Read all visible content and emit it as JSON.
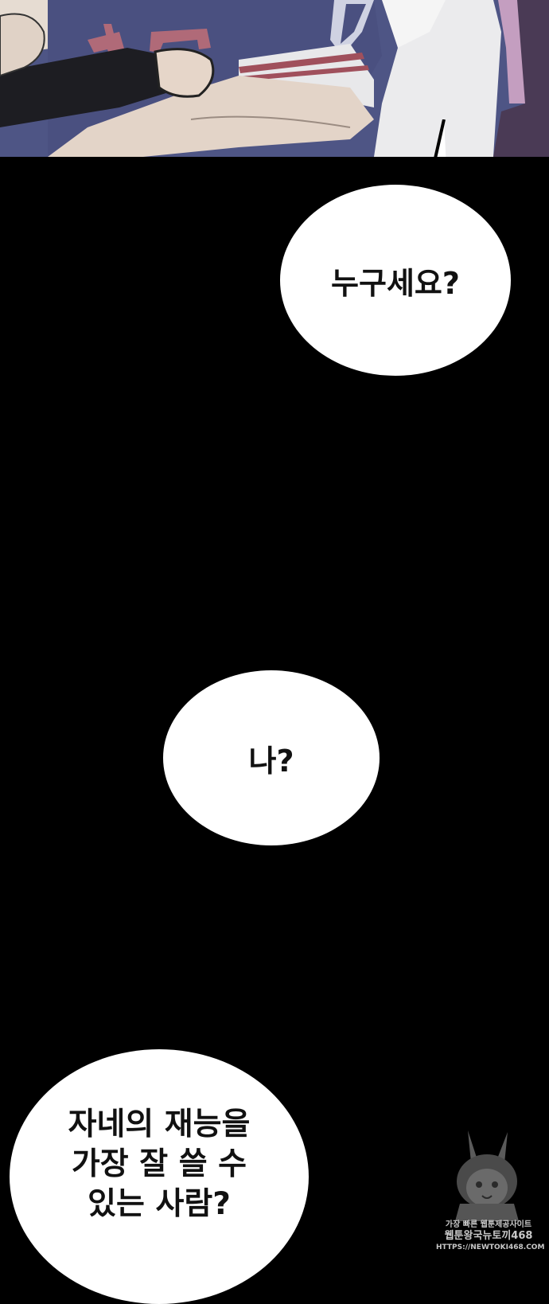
{
  "speech_bubbles": [
    {
      "text": "누구세요?"
    },
    {
      "text": "나?"
    },
    {
      "text": "자네의 재능을\n가장 잘 쓸 수\n있는 사람?"
    }
  ],
  "watermark": {
    "line1": "가장 빠른 웹툰제공사이트",
    "line2": "웹툰왕국뉴토끼468",
    "line3": "HTTPS://NEWTOKI468.COM"
  },
  "colors": {
    "background": "#000000",
    "bubble": "#ffffff",
    "shirt": "#4a5080",
    "skin": "#e8d8cc"
  }
}
